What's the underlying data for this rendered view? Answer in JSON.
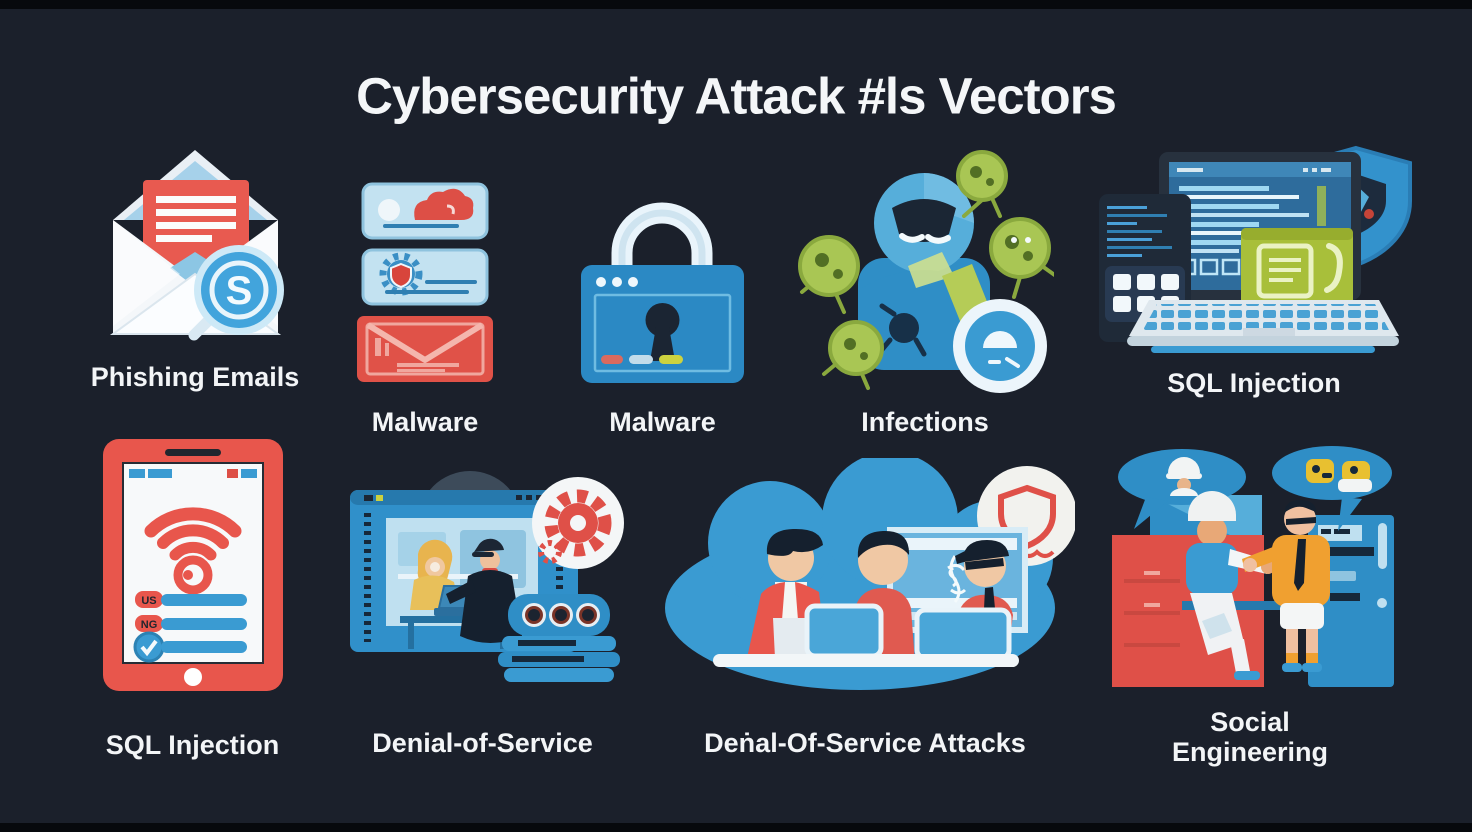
{
  "background": {
    "color": "#1b202b",
    "edge_bar_color": "#07090d"
  },
  "title": {
    "text": "Cybersecurity Attack #ls Vectors",
    "color": "#f4f6f8"
  },
  "accent_colors": {
    "blue": "#2f8ec6",
    "light_blue": "#bfe0f0",
    "sky_blue": "#3a9bd2",
    "red": "#df5048",
    "green": "#a9c654",
    "card_green": "#a8bf3a",
    "yellow": "#e8c030",
    "orange": "#f0a030",
    "white": "#f3f5f7",
    "dark": "#1c2634"
  },
  "items": [
    {
      "id": "phishing-emails",
      "label": "Phishing Emails",
      "icon": "open-envelope-letter-magnifier-icon",
      "badge_letter": "S"
    },
    {
      "id": "malware-cards",
      "label": "Malware",
      "icon": "malware-message-cards-icon"
    },
    {
      "id": "malware-lock",
      "label": "Malware",
      "icon": "padlock-browser-window-icon"
    },
    {
      "id": "infections",
      "label": "Infections",
      "icon": "hooded-figure-virus-germs-icon"
    },
    {
      "id": "sql-injection-laptop",
      "label": "SQL Injection",
      "icon": "laptop-code-shield-icon"
    },
    {
      "id": "sql-injection-tablet",
      "label": "SQL Injection",
      "icon": "tablet-wifi-checklist-icon",
      "list_tags": [
        "US",
        "NG"
      ]
    },
    {
      "id": "denial-of-service",
      "label": "Denial-of-Service",
      "icon": "browser-hackers-server-gear-icon"
    },
    {
      "id": "dos-attacks",
      "label": "Deṅal-Of-Service Attacks",
      "icon": "cloud-attackers-laptops-shield-icon"
    },
    {
      "id": "social-engineering",
      "label": "Social Engineering",
      "icon": "handshake-speech-bubbles-icon"
    }
  ]
}
